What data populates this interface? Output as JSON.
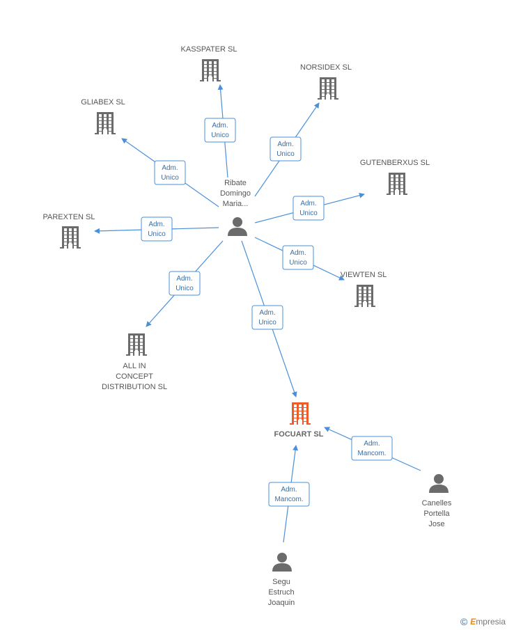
{
  "diagram": {
    "companies": [
      {
        "id": "kasspater",
        "lines": [
          "KASSPATER  SL"
        ],
        "main": false
      },
      {
        "id": "norsidex",
        "lines": [
          "NORSIDEX  SL"
        ],
        "main": false
      },
      {
        "id": "gliabex",
        "lines": [
          "GLIABEX  SL"
        ],
        "main": false
      },
      {
        "id": "gutenberxus",
        "lines": [
          "GUTENBERXUS SL"
        ],
        "main": false
      },
      {
        "id": "parexten",
        "lines": [
          "PAREXTEN  SL"
        ],
        "main": false
      },
      {
        "id": "viewten",
        "lines": [
          "VIEWTEN SL"
        ],
        "main": false
      },
      {
        "id": "allin",
        "lines": [
          "ALL IN",
          "CONCEPT",
          "DISTRIBUTION SL"
        ],
        "main": false
      },
      {
        "id": "focuart",
        "lines": [
          "FOCUART SL"
        ],
        "main": true
      }
    ],
    "persons": [
      {
        "id": "ribate",
        "lines": [
          "Ribate",
          "Domingo",
          "Maria..."
        ]
      },
      {
        "id": "canelles",
        "lines": [
          "Canelles",
          "Portella",
          "Jose"
        ]
      },
      {
        "id": "segu",
        "lines": [
          "Segu",
          "Estruch",
          "Joaquin"
        ]
      }
    ],
    "edges": [
      {
        "from": "ribate",
        "to": "kasspater",
        "label": [
          "Adm.",
          "Unico"
        ]
      },
      {
        "from": "ribate",
        "to": "norsidex",
        "label": [
          "Adm.",
          "Unico"
        ]
      },
      {
        "from": "ribate",
        "to": "gliabex",
        "label": [
          "Adm.",
          "Unico"
        ]
      },
      {
        "from": "ribate",
        "to": "gutenberxus",
        "label": [
          "Adm.",
          "Unico"
        ]
      },
      {
        "from": "ribate",
        "to": "parexten",
        "label": [
          "Adm.",
          "Unico"
        ]
      },
      {
        "from": "ribate",
        "to": "viewten",
        "label": [
          "Adm.",
          "Unico"
        ]
      },
      {
        "from": "ribate",
        "to": "allin",
        "label": [
          "Adm.",
          "Unico"
        ]
      },
      {
        "from": "ribate",
        "to": "focuart",
        "label": [
          "Adm.",
          "Unico"
        ]
      },
      {
        "from": "canelles",
        "to": "focuart",
        "label": [
          "Adm.",
          "Mancom."
        ]
      },
      {
        "from": "segu",
        "to": "focuart",
        "label": [
          "Adm.",
          "Mancom."
        ]
      }
    ]
  },
  "colors": {
    "edge": "#4a90d9",
    "building": "#6b6b6b",
    "building_main": "#f05a28",
    "person": "#6b6b6b"
  },
  "footer": {
    "copyright_symbol": "©",
    "brand_initial": "E",
    "brand_rest": "mpresia"
  }
}
